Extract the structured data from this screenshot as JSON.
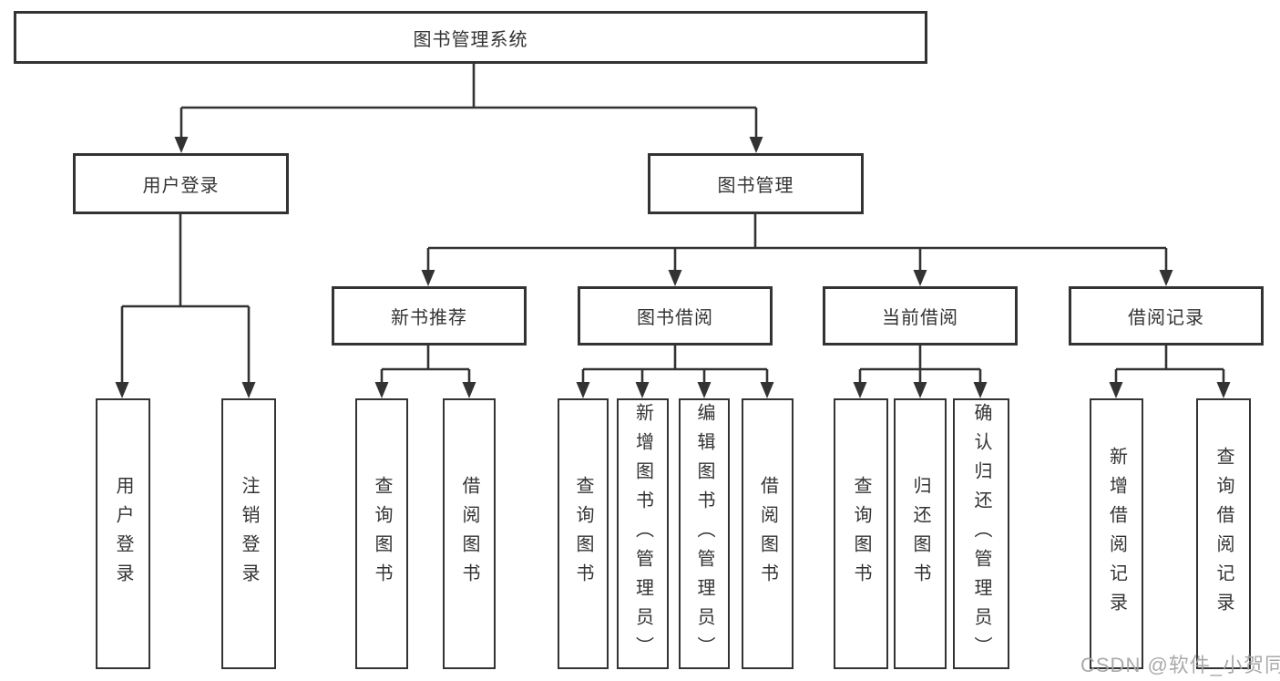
{
  "diagram": {
    "root": {
      "label": "图书管理系统"
    },
    "level2": [
      {
        "label": "用户登录"
      },
      {
        "label": "图书管理"
      }
    ],
    "level3": [
      {
        "label": "新书推荐"
      },
      {
        "label": "图书借阅"
      },
      {
        "label": "当前借阅"
      },
      {
        "label": "借阅记录"
      }
    ],
    "leaves": {
      "user_login": [
        "用户登录",
        "注销登录"
      ],
      "new_book_recommend": [
        "查询图书",
        "借阅图书"
      ],
      "book_borrow": [
        "查询图书",
        "新增图书（管理员）",
        "编辑图书（管理员）",
        "借阅图书"
      ],
      "current_borrow": [
        "查询图书",
        "归还图书",
        "确认归还（管理员）"
      ],
      "borrow_records": [
        "新增借阅记录",
        "查询借阅记录"
      ]
    }
  },
  "watermark": {
    "text": "CSDN @软件_小贺同学"
  },
  "colors": {
    "line": "#333333",
    "text": "#333333",
    "watermark": "#a5a5a5",
    "background": "#ffffff"
  }
}
